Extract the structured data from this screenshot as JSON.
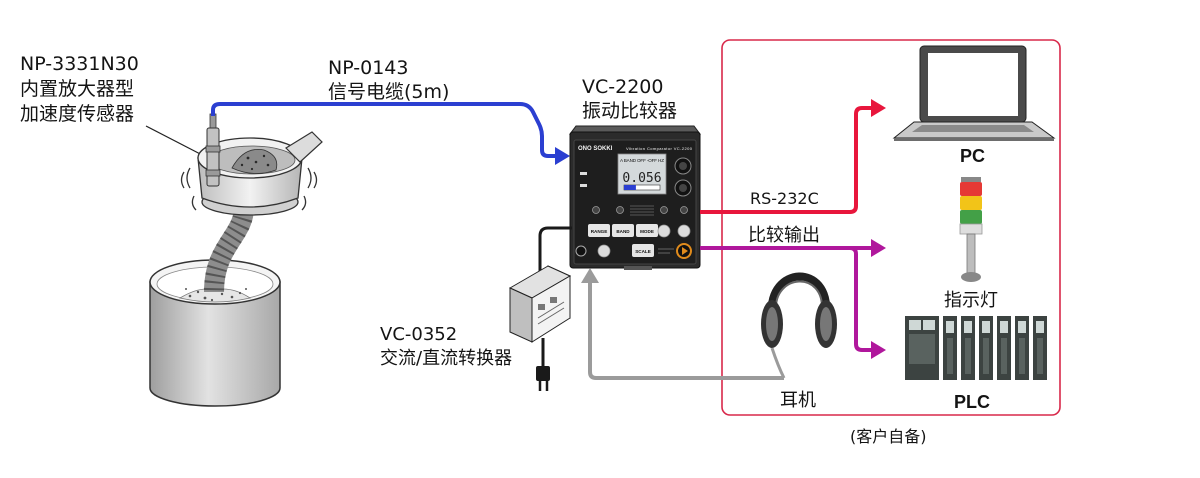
{
  "sensor": {
    "model": "NP-3331N30",
    "line1": "内置放大器型",
    "line2": "加速度传感器"
  },
  "cable": {
    "model": "NP-0143",
    "desc": "信号电缆(5m)"
  },
  "comparator": {
    "model": "VC-2200",
    "desc": "振动比较器",
    "brand": "ONO SOKKI",
    "panel_title": "Vibration Comparator VC-2200",
    "display_line": "A BAND OFF -OFF HZ",
    "display_value": "0.056",
    "display_bar_level": 0.33,
    "buttons": [
      "RANGE",
      "BAND",
      "MODE",
      "SCALE"
    ]
  },
  "adapter": {
    "model": "VC-0352",
    "desc": "交流/直流转换器"
  },
  "outputs": {
    "rs232c": "RS-232C",
    "compare": "比较输出"
  },
  "customer": {
    "pc": "PC",
    "indicator": "指示灯",
    "plc": "PLC",
    "headphones": "耳机",
    "note": "(客户自备)"
  },
  "colors": {
    "signal_cable": "#2b3fd1",
    "rs232c_line": "#e8163c",
    "compare_line": "#b0179c",
    "audio_line": "#9b9b9b",
    "power_cable": "#1a1a1a",
    "customer_box": "#d8284a"
  }
}
